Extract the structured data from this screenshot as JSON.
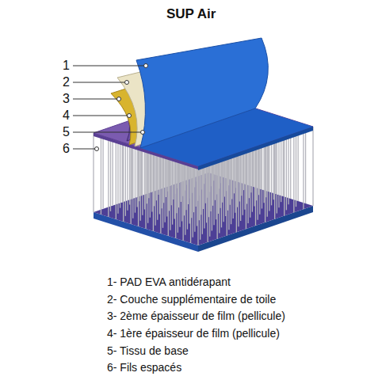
{
  "diagram": {
    "title": "SUP Air",
    "labels": [
      "1",
      "2",
      "3",
      "4",
      "5",
      "6",
      "1- PAD EVA antidérapant",
      "2- Couche supplémentaire de toile",
      "3- 2ème épaisseur de film (pellicule)",
      "4- 1ère épaisseur de film (pellicule)",
      "5- Tissu de base",
      "6- Fils espacés"
    ]
  }
}
